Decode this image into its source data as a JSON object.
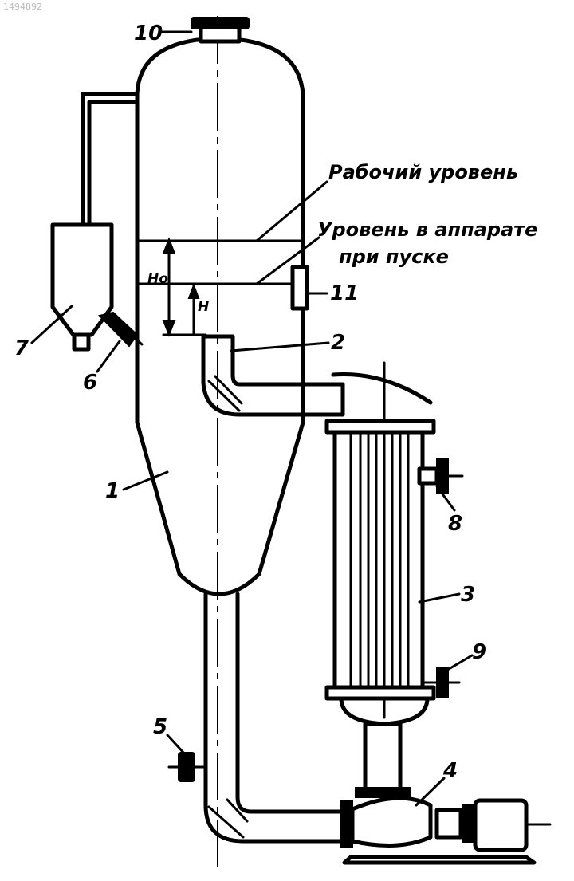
{
  "watermark": "1494892",
  "annotations": {
    "working_level": "Рабочий уровень",
    "startup_level_line1": "Уровень в аппарате",
    "startup_level_line2": "при пуске",
    "h0": "Hо",
    "h": "H"
  },
  "callouts": [
    "1",
    "2",
    "3",
    "4",
    "5",
    "6",
    "7",
    "8",
    "9",
    "10",
    "11"
  ]
}
